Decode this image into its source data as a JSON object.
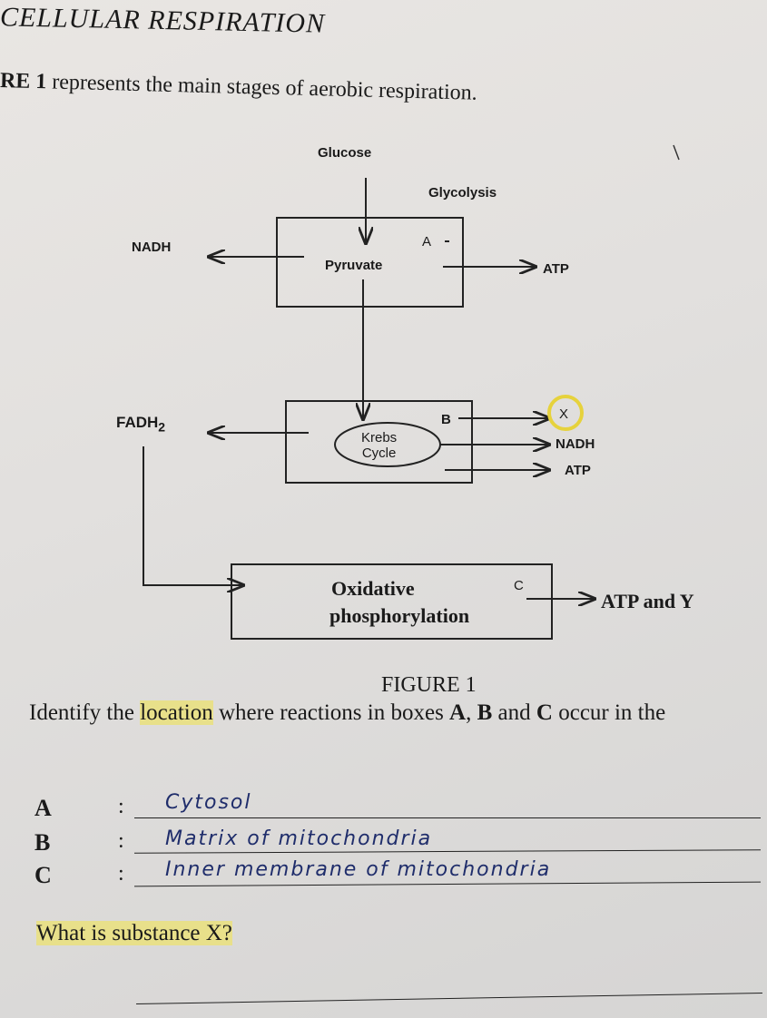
{
  "page": {
    "heading": "CELLULAR RESPIRATION",
    "intro_bold": "RE 1",
    "intro_rest": " represents the main stages of aerobic respiration.",
    "figure_caption": "FIGURE 1",
    "question_pre": "Identify the ",
    "question_hl": "location",
    "question_mid": " where reactions in boxes ",
    "question_a": "A",
    "question_sep1": ", ",
    "question_b": "B",
    "question_and": " and ",
    "question_c": "C",
    "question_post": " occur in the",
    "question2": "What is substance X?"
  },
  "diagram": {
    "glucose": "Glucose",
    "glycolysis": "Glycolysis",
    "label_a": "A",
    "nadh_left": "NADH",
    "pyruvate": "Pyruvate",
    "atp_top": "ATP",
    "fadh": "FADH",
    "fadh_sub": "2",
    "krebs_1": "Krebs",
    "krebs_2": "Cycle",
    "label_b": "B",
    "x": "X",
    "nadh_right": "NADH",
    "atp_mid": "ATP",
    "oxid_1": "Oxidative",
    "oxid_2": "phosphorylation",
    "label_c": "C",
    "atp_y": "ATP and Y"
  },
  "answers": [
    {
      "letter": "A",
      "colon": ":",
      "text": "Cytosol"
    },
    {
      "letter": "B",
      "colon": ":",
      "text": "Matrix of mitochondria"
    },
    {
      "letter": "C",
      "colon": ":",
      "text": "Inner membrane of mitochondria"
    }
  ],
  "colors": {
    "highlight": "#e8e08a",
    "ink": "#1f2d6b"
  }
}
